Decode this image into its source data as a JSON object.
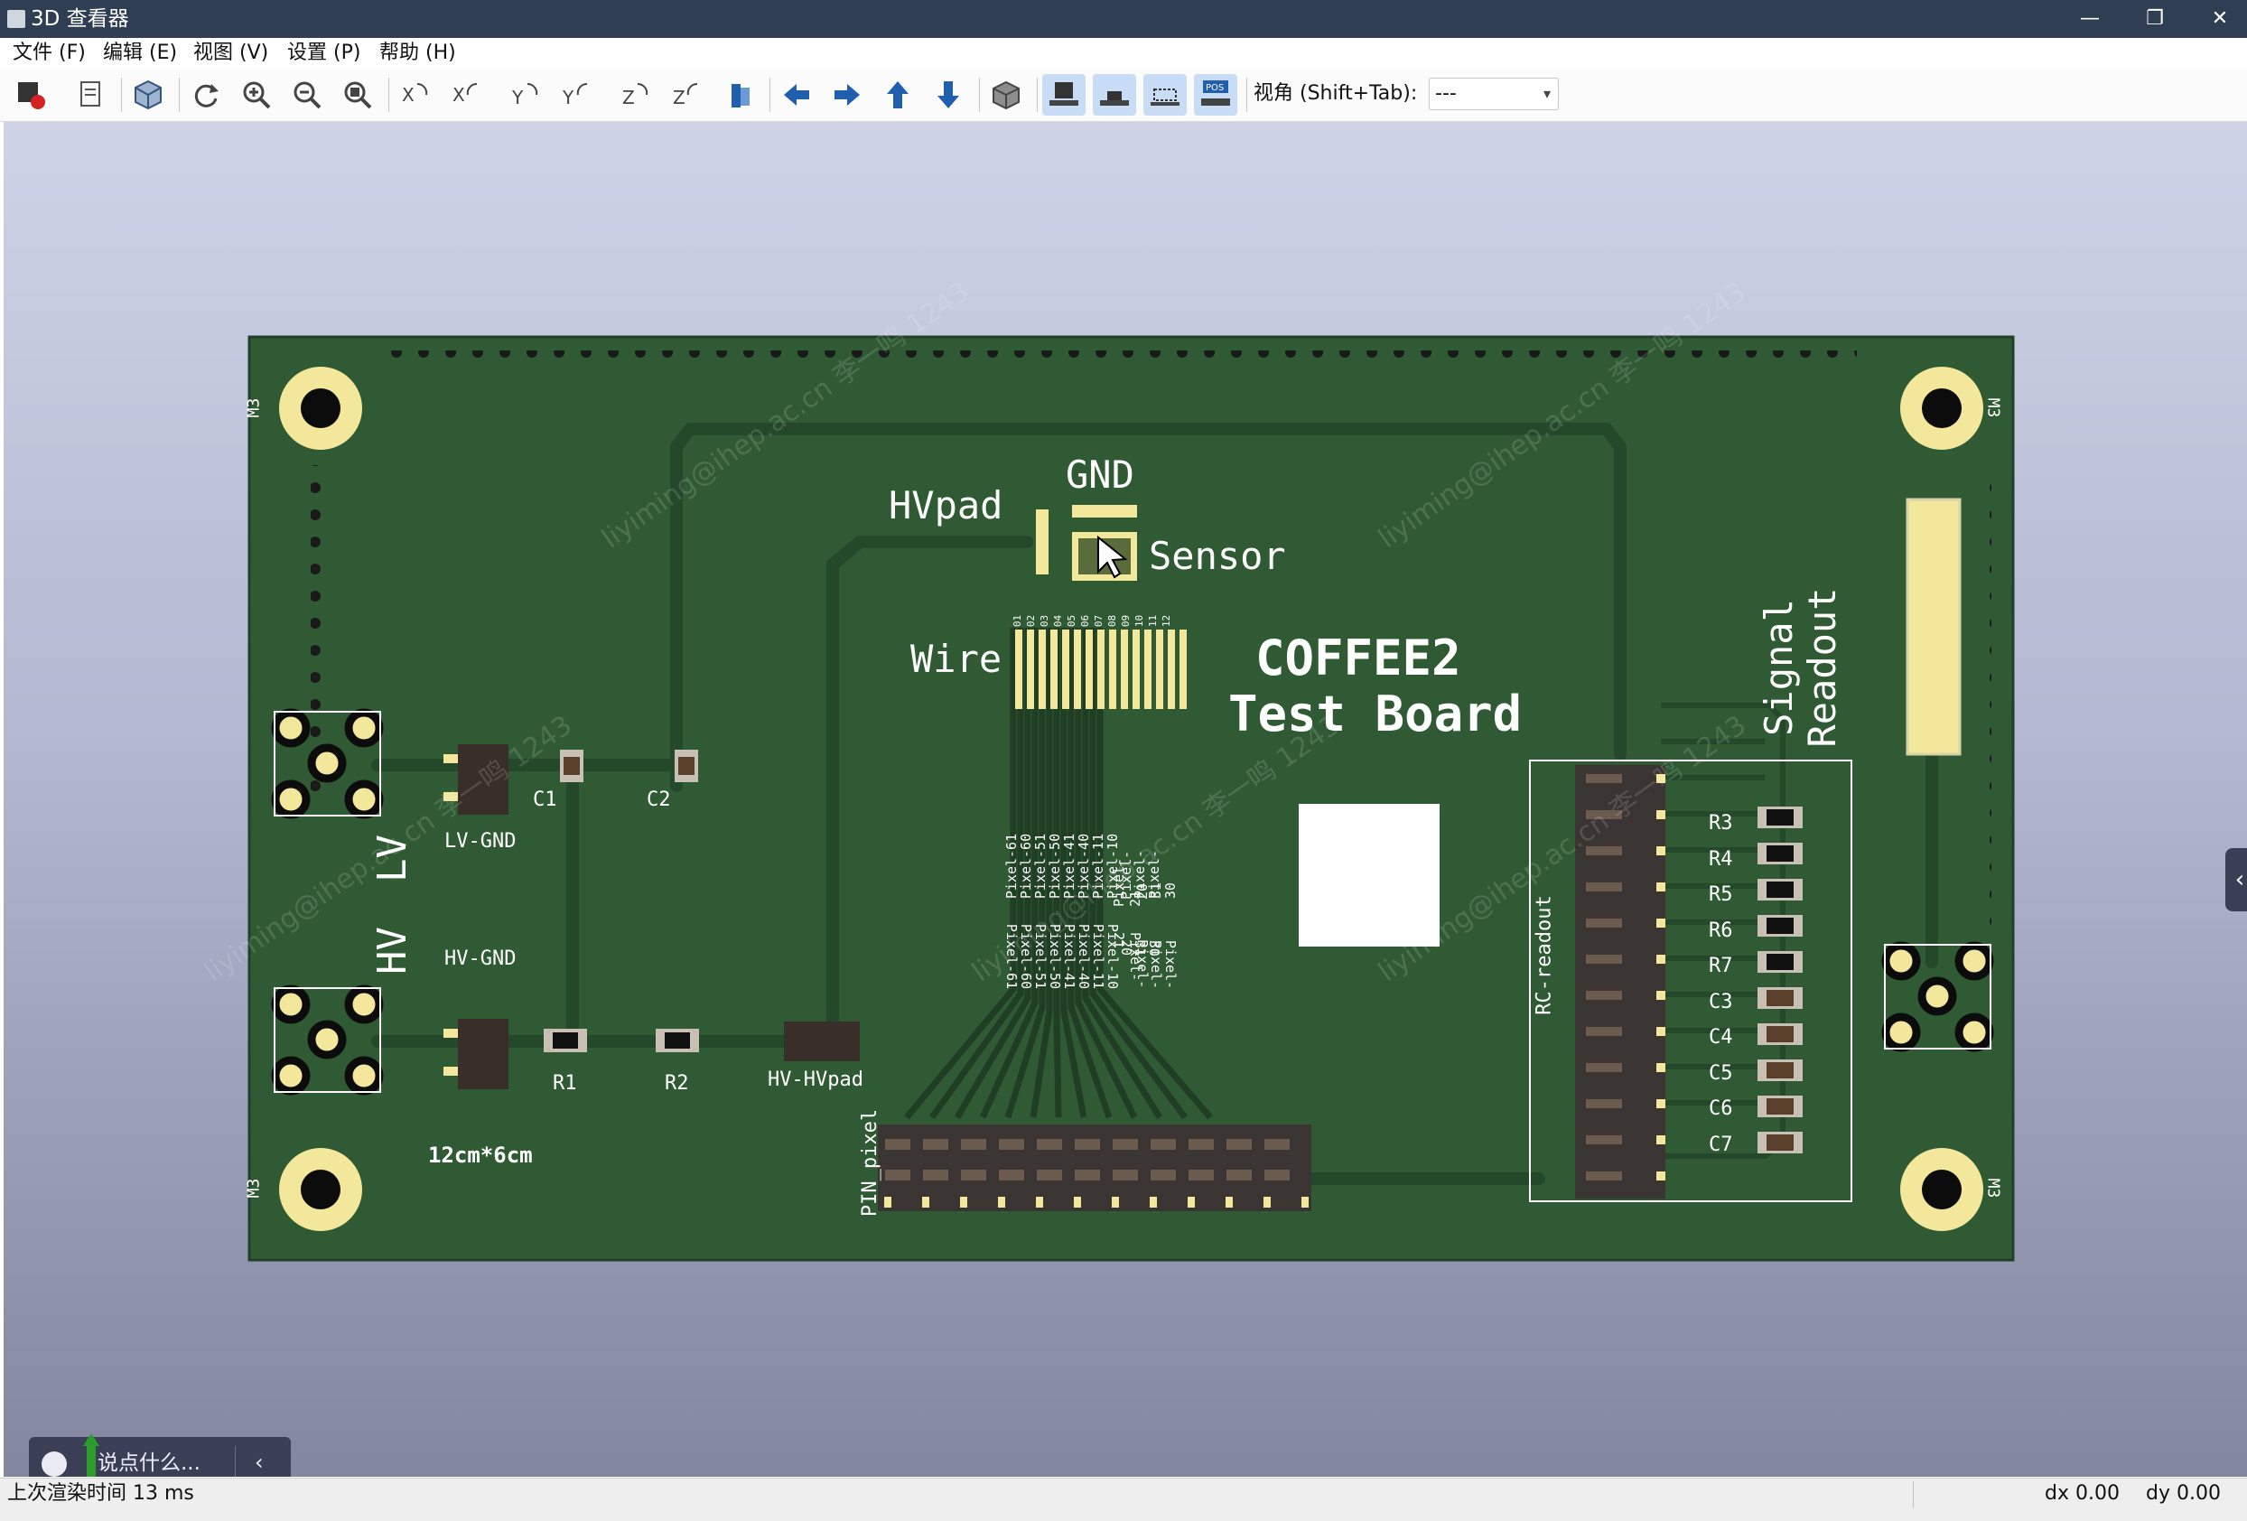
{
  "window": {
    "title": "3D 查看器",
    "minimize": "—",
    "restore": "❐",
    "close": "✕"
  },
  "menu": [
    "文件 (F)",
    "编辑 (E)",
    "视图 (V)",
    "设置 (P)",
    "帮助 (H)"
  ],
  "toolbar": {
    "view_label": "视角 (Shift+Tab):",
    "view_value": "---",
    "icons": [
      "render-raytrace-icon",
      "copy-image-icon",
      "render-options-icon",
      "reload-icon",
      "zoom-in-icon",
      "zoom-out-icon",
      "zoom-fit-icon",
      "rotate-x-cw-icon",
      "rotate-x-ccw-icon",
      "rotate-y-cw-icon",
      "rotate-y-ccw-icon",
      "rotate-z-cw-icon",
      "rotate-z-ccw-icon",
      "flip-board-icon",
      "move-left-icon",
      "move-right-icon",
      "move-up-icon",
      "move-down-icon",
      "ortho-view-icon",
      "show-through-hole-icon",
      "show-smd-icon",
      "show-virtual-icon",
      "show-not-in-pos-icon"
    ]
  },
  "pcb": {
    "hv_pad": "HVpad",
    "gnd": "GND",
    "sensor": "Sensor",
    "wire": "Wire",
    "title_line1": "COFFEE2",
    "title_line2": "Test Board",
    "signal_readout": "Signal Readout",
    "signal_line1": "Signal",
    "signal_line2": "Readout",
    "lv": "LV",
    "hv": "HV",
    "lv_gnd": "LV-GND",
    "hv_gnd": "HV-GND",
    "hv_hvpad": "HV-HVpad",
    "c1": "C1",
    "c2": "C2",
    "r1": "R1",
    "r2": "R2",
    "size": "12cm*6cm",
    "pin_pixel": "PIN_pixel",
    "rc_readout": "RC-readout",
    "mount_label": "M3",
    "rc_components": [
      "R3",
      "R4",
      "R5",
      "R6",
      "R7",
      "C3",
      "C4",
      "C5",
      "C6",
      "C7"
    ],
    "pin_numbers": [
      "01",
      "02",
      "03",
      "04",
      "05",
      "06",
      "07",
      "08",
      "09",
      "10",
      "11",
      "12"
    ],
    "pixel_top": [
      "Pixel-61",
      "Pixel-60",
      "Pixel-51",
      "Pixel-50",
      "Pixel-41",
      "Pixel-40",
      "Pixel-11",
      "Pixel-10",
      "Pixel-21",
      "Pixel-20",
      "Pixel-31",
      "Pixel-30"
    ],
    "pixel_bottom": [
      "Pixel-61",
      "Pixel-60",
      "Pixel-51",
      "Pixel-50",
      "Pixel-41",
      "Pixel-40",
      "Pixel-11",
      "Pixel-10",
      "Pixel-21",
      "Pixel-20",
      "Pixel-31",
      "Pixel-30"
    ],
    "watermark": "liyiming@ihep.ac.cn 李一鸣 1243"
  },
  "comment": {
    "placeholder": "说点什么..."
  },
  "status": {
    "render_time": "上次渲染时间 13 ms",
    "dx": "dx 0.00",
    "dy": "dy 0.00"
  },
  "colors": {
    "board": "#2f5a33",
    "silk": "#ffffff",
    "gold": "#f3e79c",
    "trace": "#24482a",
    "titlebar": "#2f3e52"
  }
}
